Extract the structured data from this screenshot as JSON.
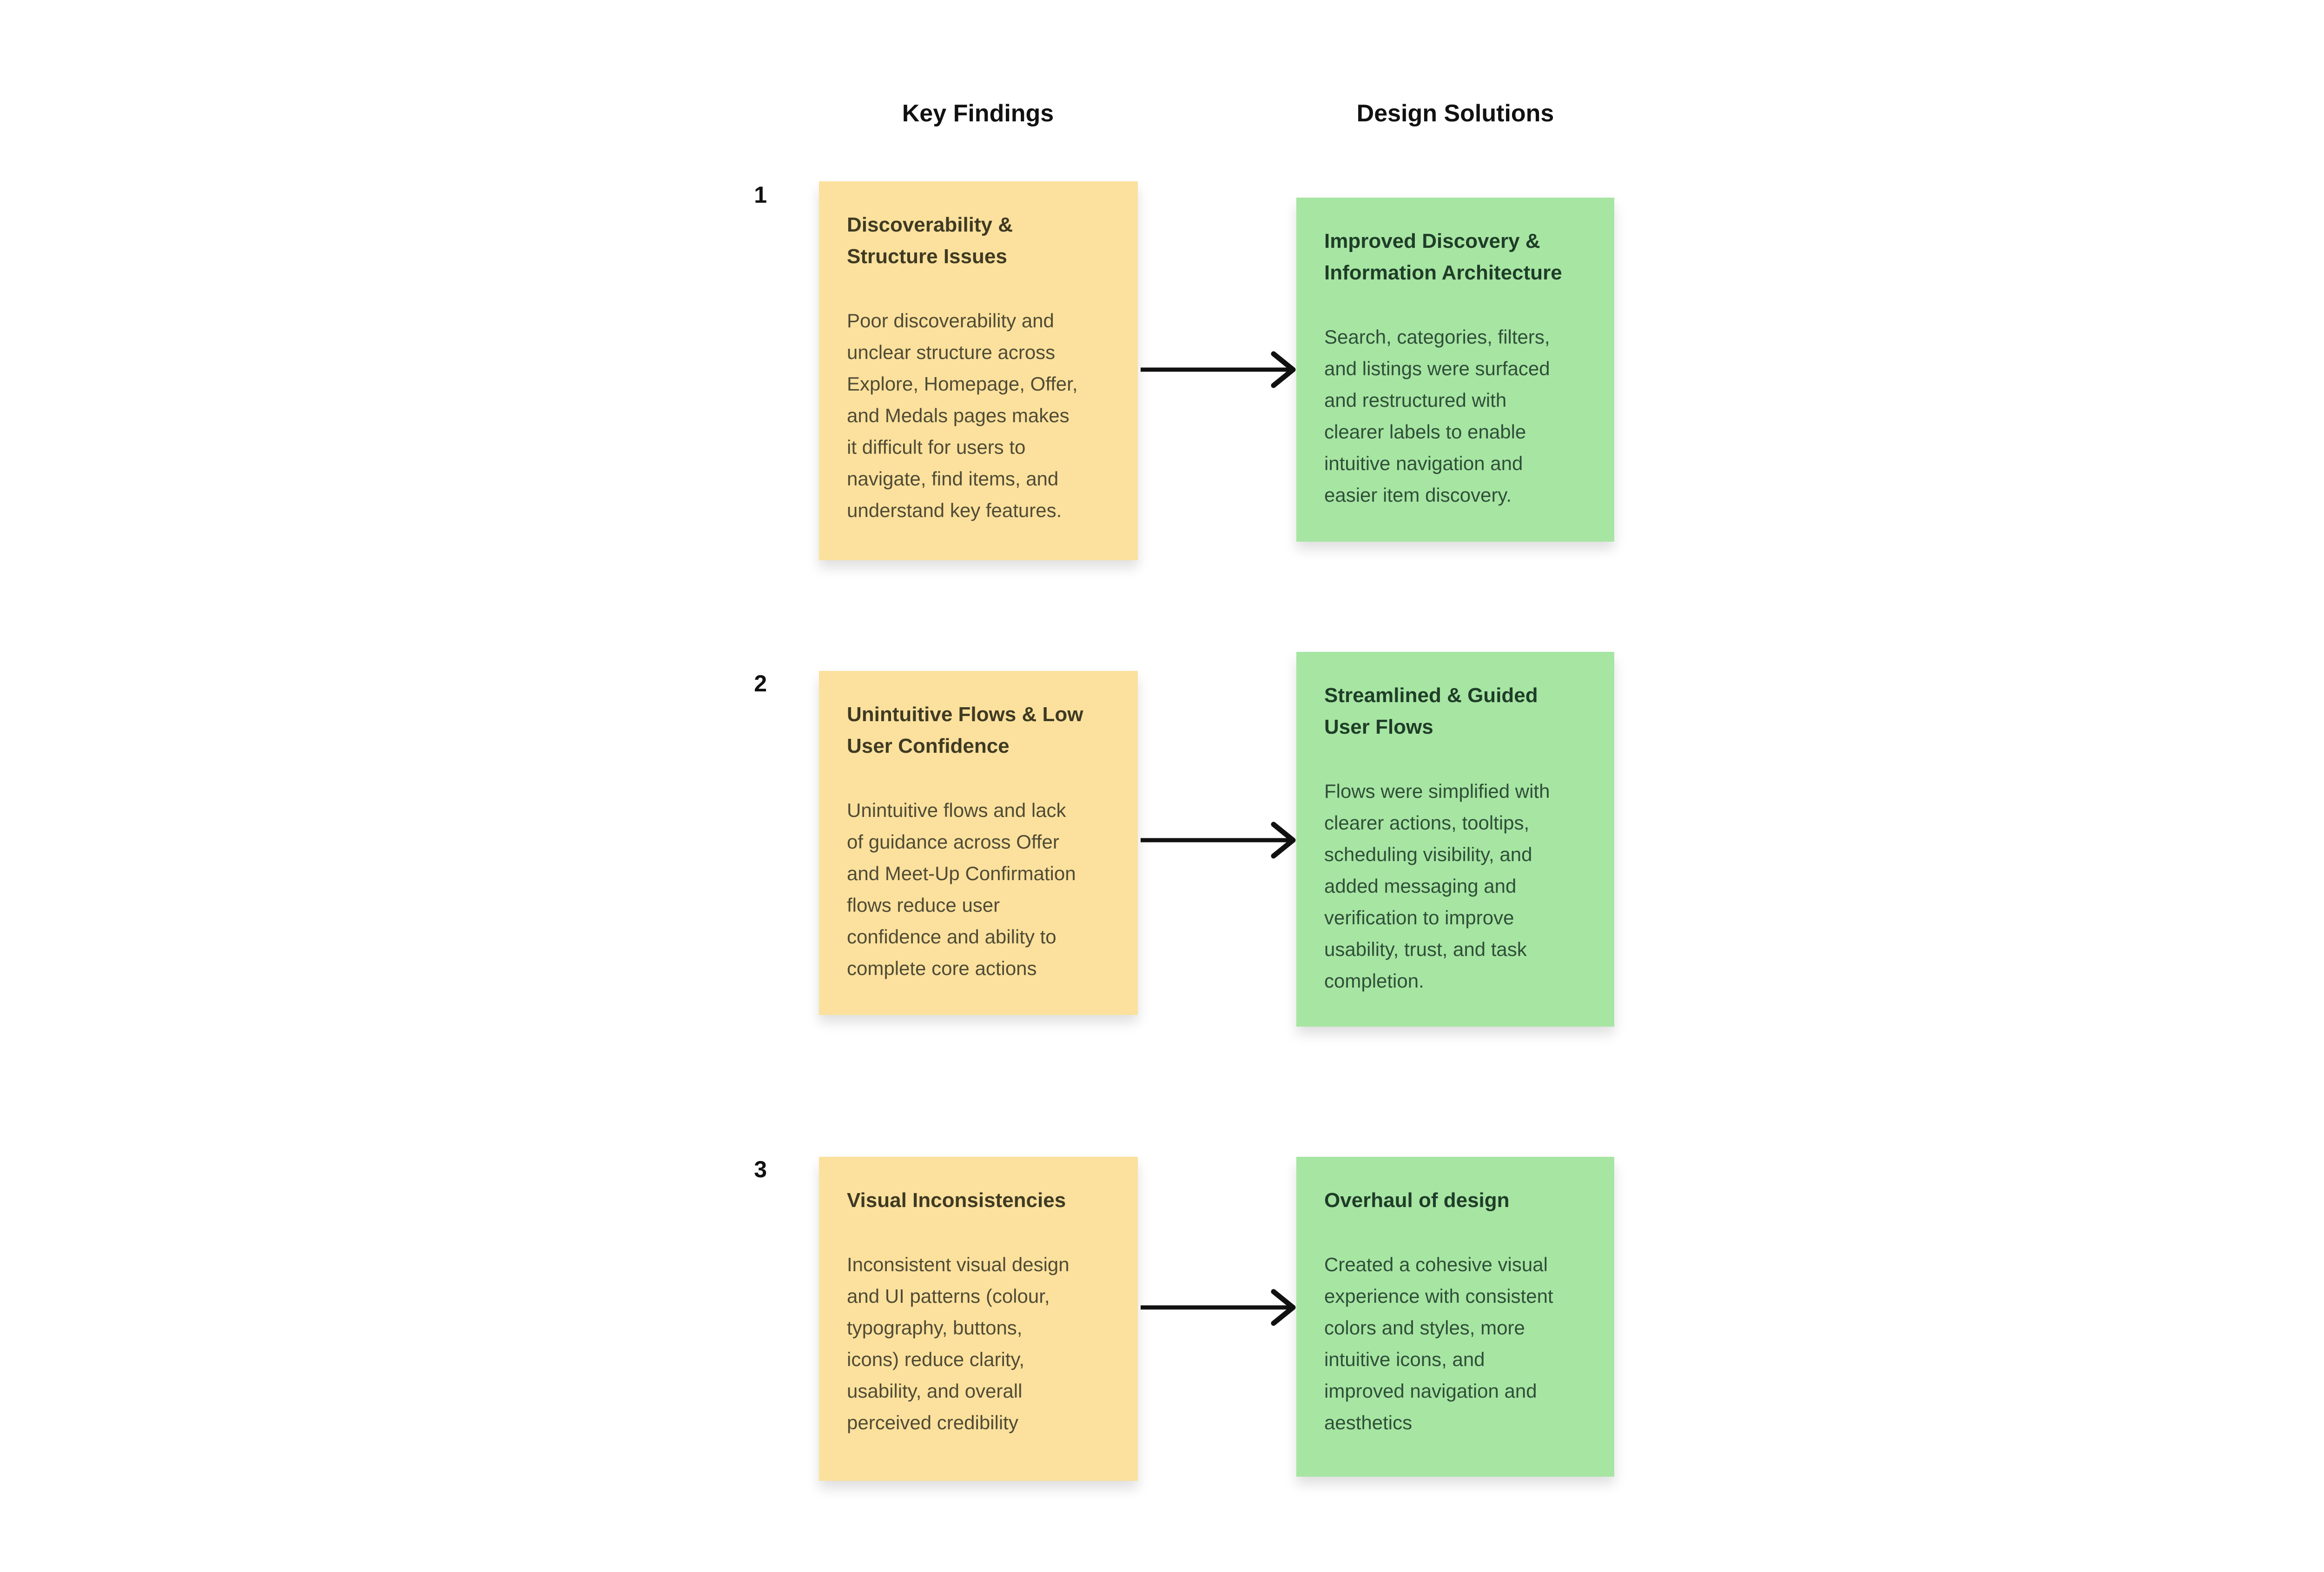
{
  "headers": {
    "key_findings": "Key Findings",
    "design_solutions": "Design Solutions"
  },
  "colors": {
    "finding_card_bg": "#fbe19d",
    "solution_card_bg": "#a7e5a3",
    "finding_title_text": "#3f3a23",
    "finding_body_text": "#504b35",
    "solution_title_text": "#1f3d28",
    "solution_body_text": "#2f4f38",
    "arrow": "#111111",
    "page_bg": "#ffffff"
  },
  "rows": [
    {
      "number": "1",
      "finding": {
        "title": "Discoverability &\nStructure Issues",
        "body": "Poor discoverability and\nunclear structure across\nExplore, Homepage, Offer,\nand Medals pages makes\nit difficult for users to\nnavigate, find items, and\nunderstand key features."
      },
      "solution": {
        "title": "Improved Discovery &\nInformation Architecture",
        "body": "Search, categories, filters,\nand listings were surfaced\nand restructured with\nclearer labels to enable\nintuitive navigation and\neasier item discovery."
      }
    },
    {
      "number": "2",
      "finding": {
        "title": "Unintuitive Flows & Low\nUser Confidence",
        "body": "Unintuitive flows and lack\nof guidance across Offer\nand Meet-Up Confirmation\nflows reduce user\nconfidence and ability to\ncomplete core actions"
      },
      "solution": {
        "title": "Streamlined & Guided\nUser Flows",
        "body": "Flows were simplified with\nclearer actions, tooltips,\nscheduling visibility, and\nadded messaging and\nverification to improve\nusability, trust, and task\ncompletion."
      }
    },
    {
      "number": "3",
      "finding": {
        "title": "Visual Inconsistencies",
        "body": "Inconsistent visual design\nand UI patterns (colour,\ntypography, buttons,\nicons) reduce clarity,\nusability, and overall\nperceived credibility"
      },
      "solution": {
        "title": "Overhaul of design",
        "body": "Created a cohesive visual\nexperience with consistent\ncolors and styles, more\nintuitive icons, and\nimproved navigation and\naesthetics"
      }
    }
  ]
}
